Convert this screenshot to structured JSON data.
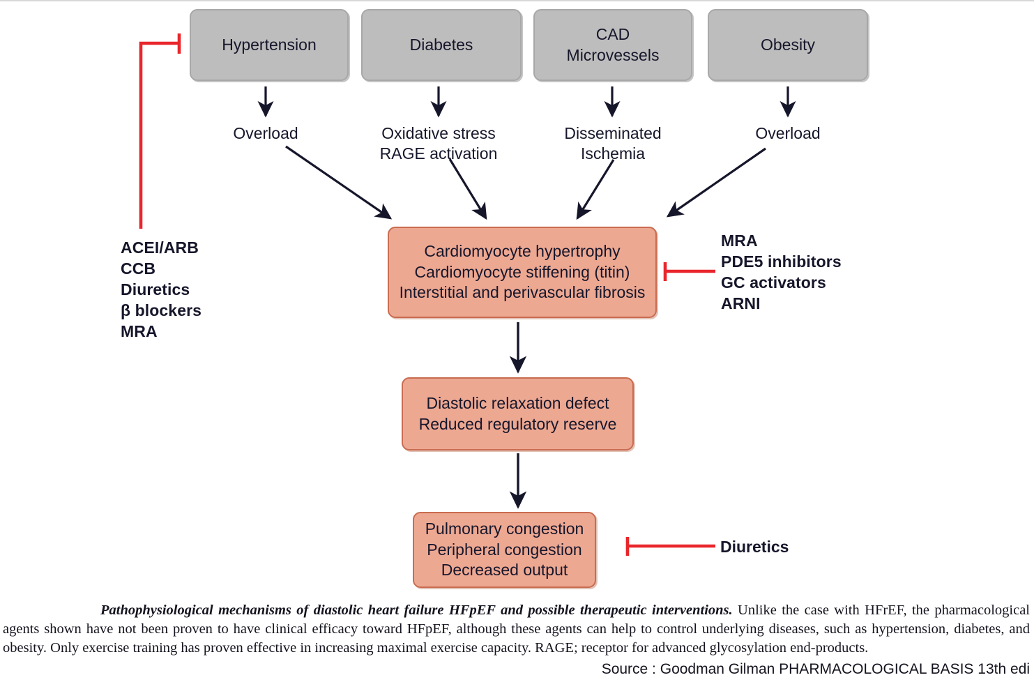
{
  "title": "Pathophysiological mechanisms of diastolic heart failure HFpEF",
  "colors": {
    "gray_fill": "#bdbdbd",
    "gray_border": "#a8a8a8",
    "orange_fill": "#eda892",
    "orange_border": "#c96c50",
    "red_connector": "#e8262b",
    "arrow_black": "#16162b",
    "text": "#16162b"
  },
  "risk_factors": [
    {
      "label": "Hypertension"
    },
    {
      "label": "Diabetes"
    },
    {
      "label": "CAD\nMicrovessels"
    },
    {
      "label": "Obesity"
    }
  ],
  "mechanisms": [
    {
      "label": "Overload"
    },
    {
      "label": "Oxidative stress\nRAGE activation"
    },
    {
      "label": "Disseminated\nIschemia"
    },
    {
      "label": "Overload"
    }
  ],
  "process_boxes": [
    {
      "id": "myocardial-remodeling",
      "label": "Cardiomyocyte hypertrophy\nCardiomyocyte stiffening (titin)\nInterstitial and perivascular fibrosis"
    },
    {
      "id": "diastolic-dysfunction",
      "label": "Diastolic relaxation defect\nReduced regulatory reserve"
    },
    {
      "id": "clinical-congestion",
      "label": "Pulmonary congestion\nPeripheral congestion\nDecreased output"
    }
  ],
  "therapies": {
    "left": "ACEI/ARB\nCCB\nDiuretics\nβ blockers\nMRA",
    "right": "MRA\nPDE5 inhibitors\nGC activators\nARNI",
    "bottom": "Diuretics"
  },
  "caption": {
    "title": "Pathophysiological mechanisms of diastolic heart failure HFpEF and possible therapeutic interventions.",
    "body": " Unlike the case with HFrEF, the pharmacological agents shown have not been proven to have clinical efficacy toward HFpEF, although these agents can help to control underlying diseases, such as hypertension, diabetes, and obesity. Only exercise training has proven effective in increasing maximal exercise capacity. RAGE; receptor for advanced glycosylation end-products.",
    "source": "Source : Goodman Gilman PHARMACOLOGICAL BASIS 13th edi"
  }
}
